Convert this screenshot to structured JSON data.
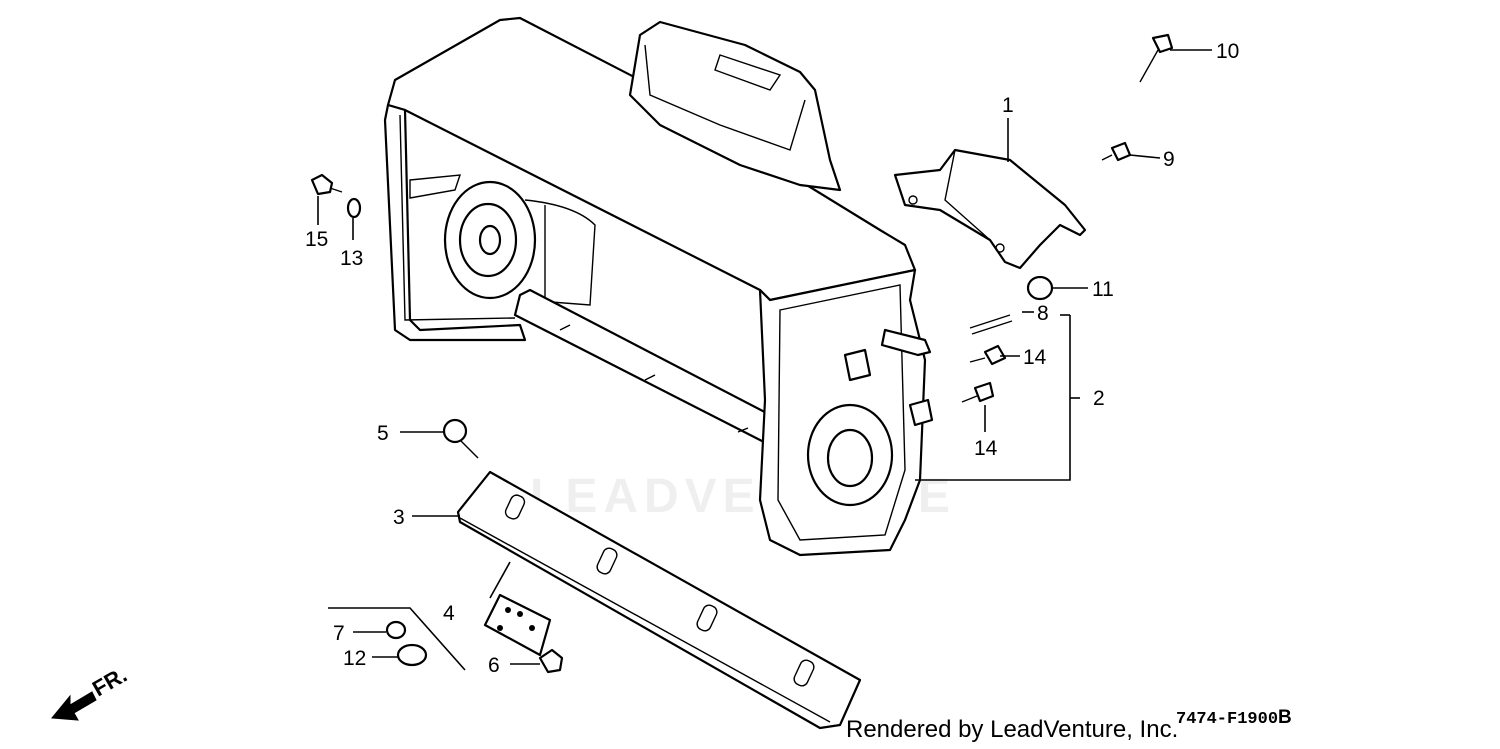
{
  "diagram": {
    "callouts": [
      {
        "id": "1",
        "label": "1"
      },
      {
        "id": "2",
        "label": "2"
      },
      {
        "id": "3",
        "label": "3"
      },
      {
        "id": "4",
        "label": "4"
      },
      {
        "id": "5",
        "label": "5"
      },
      {
        "id": "6",
        "label": "6"
      },
      {
        "id": "7",
        "label": "7"
      },
      {
        "id": "8",
        "label": "8"
      },
      {
        "id": "9",
        "label": "9"
      },
      {
        "id": "10",
        "label": "10"
      },
      {
        "id": "11",
        "label": "11"
      },
      {
        "id": "12",
        "label": "12"
      },
      {
        "id": "13",
        "label": "13"
      },
      {
        "id": "14a",
        "label": "14"
      },
      {
        "id": "14b",
        "label": "14"
      },
      {
        "id": "15",
        "label": "15"
      }
    ],
    "front_label": "FR.",
    "watermark": "LEADVENTURE",
    "credit": "Rendered by LeadVenture, Inc.",
    "figure_code": "7474-F1900",
    "figure_suffix": "B"
  }
}
